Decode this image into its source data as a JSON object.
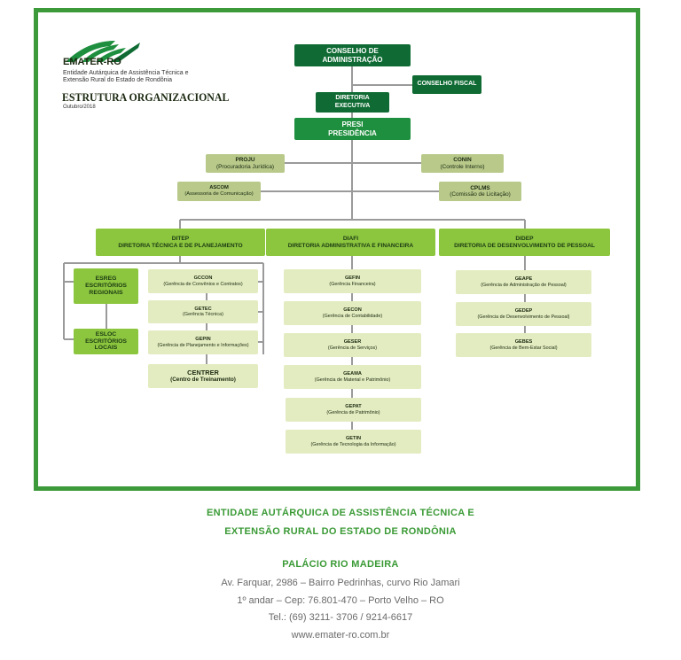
{
  "header": {
    "logo_name": "EMATER-RO",
    "logo_sub1": "Entidade Autárquica de Assistência Técnica e",
    "logo_sub2": "Extensão Rural do Estado de Rondônia",
    "chart_title": "ESTRUTURA ORGANIZACIONAL",
    "date": "Outubro/2018"
  },
  "org": {
    "conselho_adm": [
      "CONSELHO DE",
      "ADMINISTRAÇÃO"
    ],
    "conselho_fiscal": "CONSELHO FISCAL",
    "diretoria_executiva": [
      "DIRETORIA",
      "EXECUTIVA"
    ],
    "presi": [
      "PRESI",
      "PRESIDÊNCIA"
    ],
    "proju": [
      "PROJU",
      "(Procuradoria Jurídica)"
    ],
    "conin": [
      "CONIN",
      "(Controle Interno)"
    ],
    "ascom": [
      "ASCOM",
      "(Assessoria de Comunicação)"
    ],
    "cplms": [
      "CPLMS",
      "(Comissão de Licitação)"
    ],
    "ditep": [
      "DITEP",
      "DIRETORIA TÉCNICA E DE PLANEJAMENTO"
    ],
    "diafi": [
      "DIAFI",
      "DIRETORIA ADMINISTRATIVA E FINANCEIRA"
    ],
    "didep": [
      "DIDEP",
      "DIRETORIA DE DESENVOLVIMENTO DE PESSOAL"
    ],
    "esreg": [
      "ESREG",
      "ESCRITÓRIOS",
      "REGIONAIS"
    ],
    "esloc": [
      "ESLOC",
      "ESCRITÓRIOS",
      "LOCAIS"
    ],
    "gccon": [
      "GCCON",
      "(Gerência de Convênios e Contratos)"
    ],
    "getec": [
      "GETEC",
      "(Gerência Técnica)"
    ],
    "gepin": [
      "GEPIN",
      "(Gerência de Planejamento e Informações)"
    ],
    "centrer": [
      "CENTRER",
      "(Centro de Treinamento)"
    ],
    "gefin": [
      "GEFIN",
      "(Gerência Financeira)"
    ],
    "gecon": [
      "GECON",
      "(Gerência de Contabilidade)"
    ],
    "geser": [
      "GESER",
      "(Gerência de Serviços)"
    ],
    "geama": [
      "GEAMA",
      "(Gerência de Material e Patrimônio)"
    ],
    "gepat": [
      "GEPAT",
      "(Gerência de Patrimônio)"
    ],
    "getin": [
      "GETIN",
      "(Gerência de Tecnologia da Informação)"
    ],
    "geape": [
      "GEAPE",
      "(Gerência de Administração de Pessoal)"
    ],
    "gedep": [
      "GEDEP",
      "(Gerência de Desenvolvimento de Pessoal)"
    ],
    "gebes": [
      "GEBES",
      "(Gerência de Bem-Estar Social)"
    ]
  },
  "footer": {
    "entity_line1": "ENTIDADE AUTÁRQUICA DE ASSISTÊNCIA TÉCNICA E",
    "entity_line2": "EXTENSÃO RURAL DO ESTADO DE RONDÔNIA",
    "palace": "PALÁCIO RIO MADEIRA",
    "address1": "Av. Farquar, 2986 – Bairro Pedrinhas, curvo Rio Jamari",
    "address2": "1º andar –  Cep: 76.801-470 – Porto Velho – RO",
    "phone": "Tel.: (69) 3211- 3706 / 9214-6617",
    "website": "www.emater-ro.com.br"
  },
  "colors": {
    "frame_green": "#3d9a3a",
    "dark_green": "#0f6b33",
    "light_green": "#8cc63f",
    "olive": "#b8c98a",
    "pale": "#e3ecc0",
    "footer_green": "#3a9a35"
  }
}
